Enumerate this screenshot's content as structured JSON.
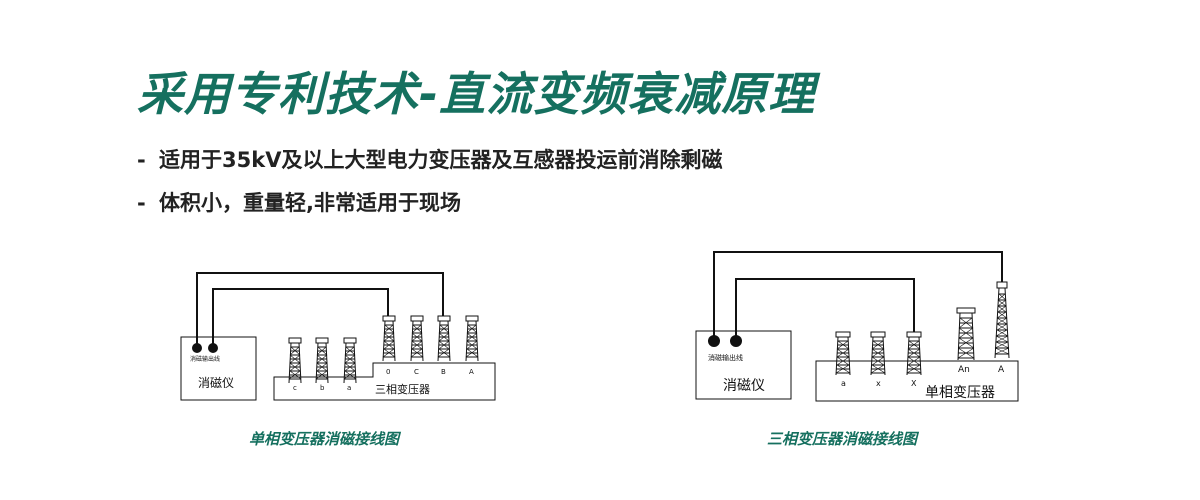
{
  "title": "采用专利技术-直流变频衰减原理",
  "bullets": [
    "适用于35kV及以上大型电力变压器及互感器投运前消除剩磁",
    "体积小，重量轻,非常适用于现场"
  ],
  "diagram_left": {
    "caption": "单相变压器消磁接线图",
    "device_label": "消磁仪",
    "output_label": "消磁输出线",
    "transformer_label": "三相变压器",
    "low_terminals": [
      "c",
      "b",
      "a"
    ],
    "high_terminals": [
      "0",
      "C",
      "B",
      "A"
    ]
  },
  "diagram_right": {
    "caption": "三相变压器消磁接线图",
    "device_label": "消磁仪",
    "output_label": "消磁输出线",
    "transformer_label": "单相变压器",
    "low_terminals": [
      "a",
      "x",
      "X"
    ],
    "high_terminals": [
      "An",
      "A"
    ]
  },
  "colors": {
    "accent": "#15705f",
    "text": "#222222"
  }
}
